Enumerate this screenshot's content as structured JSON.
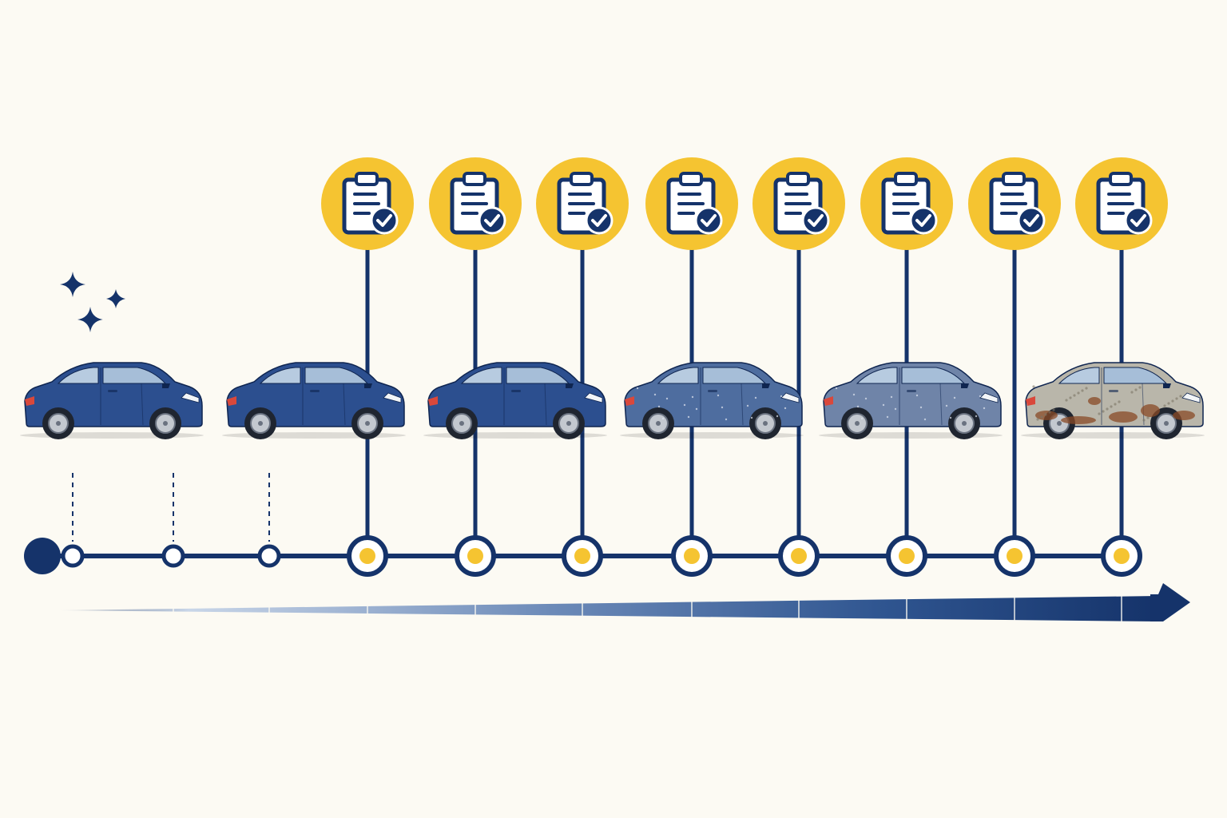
{
  "colors": {
    "background": "#fcfaf3",
    "navy": "#15336a",
    "accent_yellow": "#f5c431",
    "car_new": "#2c4f8f",
    "car_mid": "#4e6d9f",
    "car_old": "#6f84a8",
    "car_worn": "#b9b6aa",
    "rust": "#8a4a26"
  },
  "icons": {
    "new_marker": "sparkle-icon",
    "inspection": "clipboard-check-icon",
    "direction": "arrow-right-icon"
  },
  "timeline": {
    "direction": "left-to-right",
    "node_count": 12,
    "start_marker": "filled-circle",
    "inspection_nodes": [
      5,
      7,
      9,
      11
    ]
  },
  "cars": [
    {
      "condition": "new",
      "paint": "car_new",
      "sparkles": true
    },
    {
      "condition": "like-new",
      "paint": "car_new",
      "sparkles": false
    },
    {
      "condition": "good",
      "paint": "car_new",
      "sparkles": false
    },
    {
      "condition": "faded",
      "paint": "car_mid",
      "sparkles": false
    },
    {
      "condition": "weathered",
      "paint": "car_old",
      "sparkles": false
    },
    {
      "condition": "worn-rusted",
      "paint": "car_worn",
      "sparkles": false
    }
  ]
}
